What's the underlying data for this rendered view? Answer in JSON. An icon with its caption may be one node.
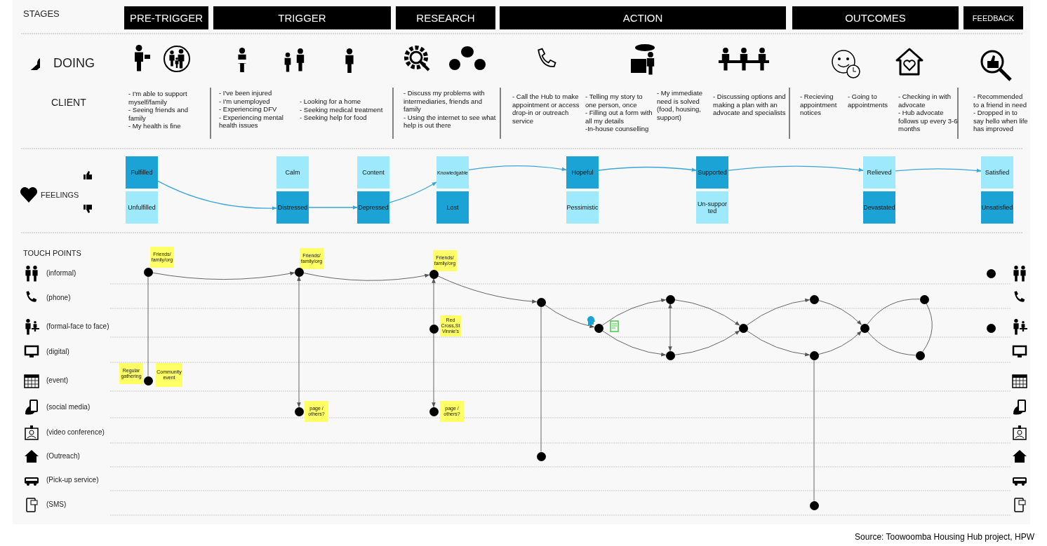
{
  "diagram": {
    "caption": "Source: Toowoomba Housing Hub project, HPW",
    "nodes": [
      {
        "text": [
          "PRE-TRIGGER"
        ]
      },
      {
        "text": [
          "TRIGGER"
        ]
      },
      {
        "text": [
          "RESEARCH"
        ]
      },
      {
        "text": [
          "ACTION"
        ]
      },
      {
        "text": [
          "OUTCOMES"
        ]
      },
      {
        "text": [
          "FEEDBACK"
        ]
      },
      {
        "text": [
          "Fulfilled"
        ]
      },
      {
        "text": [
          "Unfulfilled"
        ]
      },
      {
        "text": [
          "Calm"
        ]
      },
      {
        "text": [
          "Distressed"
        ]
      },
      {
        "text": [
          "Content"
        ]
      },
      {
        "text": [
          "Depressed"
        ]
      },
      {
        "text": [
          "Knowledgable"
        ]
      },
      {
        "text": [
          "Lost"
        ]
      },
      {
        "text": [
          "Hopeful"
        ]
      },
      {
        "text": [
          "Pessimistic"
        ]
      },
      {
        "text": [
          "Supported"
        ]
      },
      {
        "text": [
          "Un-supported"
        ]
      },
      {
        "text": [
          "Relieved"
        ]
      },
      {
        "text": [
          "Devastated"
        ]
      },
      {
        "text": [
          "Satisfied"
        ]
      },
      {
        "text": [
          "Unsatisfied"
        ]
      },
      {
        "text": [
          "Regular gathering"
        ]
      },
      {
        "text": [
          "Friends/ family/org"
        ]
      },
      {
        "text": [],
        "shape": "circle"
      },
      {
        "text": [],
        "shape": "circle"
      },
      {
        "text": [
          "Community event"
        ]
      },
      {
        "text": [
          "Friends/ family/org"
        ]
      },
      {
        "text": [],
        "shape": "circle"
      },
      {
        "text": [],
        "shape": "circle"
      },
      {
        "text": [
          "page / others?"
        ]
      },
      {
        "text": [
          "Friends/ family/org"
        ]
      },
      {
        "text": [],
        "shape": "circle"
      },
      {
        "text": [],
        "shape": "circle"
      },
      {
        "text": [
          "Red Cross,St Vinnie's"
        ]
      },
      {
        "text": [],
        "shape": "circle"
      },
      {
        "text": [
          "page / others?"
        ]
      },
      {
        "text": [],
        "shape": "circle"
      },
      {
        "text": [],
        "shape": "circle"
      },
      {
        "text": [],
        "shape": "circle"
      },
      {
        "text": [],
        "shape": "circle"
      },
      {
        "text": [],
        "shape": "circle"
      },
      {
        "text": [],
        "shape": "circle"
      },
      {
        "text": [],
        "shape": "circle"
      },
      {
        "text": [],
        "shape": "circle"
      },
      {
        "text": [],
        "shape": "circle"
      },
      {
        "text": [],
        "shape": "circle"
      },
      {
        "text": [],
        "shape": "circle"
      },
      {
        "text": [],
        "shape": "circle"
      },
      {
        "text": [],
        "shape": "circle"
      },
      {
        "text": [],
        "shape": "circle"
      }
    ],
    "edges": [
      {
        "from": 6,
        "to": 9,
        "arrow": "to",
        "color": "#3aa6d6"
      },
      {
        "from": 9,
        "to": 11,
        "arrow": "to",
        "color": "#3aa6d6"
      },
      {
        "from": 11,
        "to": 12,
        "arrow": "to",
        "color": "#3aa6d6"
      },
      {
        "from": 12,
        "to": 14,
        "arrow": "to",
        "color": "#3aa6d6"
      },
      {
        "from": 14,
        "to": 16,
        "arrow": "to",
        "color": "#3aa6d6"
      },
      {
        "from": 16,
        "to": 18,
        "arrow": "to",
        "color": "#3aa6d6"
      },
      {
        "from": 18,
        "to": 20,
        "arrow": "to",
        "color": "#3aa6d6"
      },
      {
        "from": 24,
        "to": 25,
        "arrow": "none"
      },
      {
        "from": 24,
        "to": 28,
        "arrow": "to"
      },
      {
        "from": 28,
        "to": 29,
        "arrow": "both"
      },
      {
        "from": 28,
        "to": 32,
        "arrow": "to"
      },
      {
        "from": 33,
        "to": 32,
        "arrow": "to"
      },
      {
        "from": 33,
        "to": 35,
        "arrow": "to"
      },
      {
        "from": 32,
        "to": 37,
        "arrow": "to"
      },
      {
        "from": 37,
        "to": 38,
        "arrow": "none"
      },
      {
        "from": 37,
        "to": 39,
        "arrow": "to"
      },
      {
        "from": 39,
        "to": 40,
        "arrow": "to"
      },
      {
        "from": 39,
        "to": 41,
        "arrow": "to"
      },
      {
        "from": 40,
        "to": 41,
        "arrow": "both"
      },
      {
        "from": 40,
        "to": 42,
        "arrow": "to"
      },
      {
        "from": 41,
        "to": 42,
        "arrow": "to"
      },
      {
        "from": 42,
        "to": 43,
        "arrow": "to"
      },
      {
        "from": 42,
        "to": 44,
        "arrow": "to"
      },
      {
        "from": 43,
        "to": 46,
        "arrow": "to"
      },
      {
        "from": 44,
        "to": 46,
        "arrow": "to"
      },
      {
        "from": 44,
        "to": 45,
        "arrow": "none"
      },
      {
        "from": 46,
        "to": 47,
        "arrow": "none"
      },
      {
        "from": 47,
        "to": 48,
        "arrow": "none"
      },
      {
        "from": 48,
        "to": 46,
        "arrow": "none"
      }
    ],
    "labels": [
      "STAGES",
      "DOING",
      "CLIENT",
      "- I'm able to support myself/family",
      "- Seeing friends and family",
      "- My health is fine",
      "- I've been injured",
      "- I'm unemployed",
      "- Experiencing DFV",
      "- Experiencing mental health issues",
      "- Looking for a home",
      "- Seeking medical treatment",
      "- Seeking help for food",
      "- Discuss my problems with intermediaries, friends and family",
      "- Using the internet to see what help is out there",
      "- Call the Hub to make appointment or access drop-in or outreach service",
      "- Telling my story to one person, once",
      "- Filling out a form with all my details",
      "-In-house counselling",
      "- My immediate need is solved (food, housing, support)",
      "- Discussing options and making a plan with an advocate and specialists",
      "- Recieving appointment notices",
      "- Going to appointments",
      "- Checking in with advocate",
      "- Hub advocate follows up every 3-6 months",
      "- Recommended to a friend in need",
      "- Dropped in to say hello when life has improved",
      "FEELINGS",
      "TOUCH POINTS",
      "(informal)",
      "(phone)",
      "(formal-face to face)",
      "(digital)",
      "(event)",
      "(social media)",
      "(video conference)",
      "(Outreach)",
      "(Pick-up service)",
      "(SMS)"
    ]
  }
}
